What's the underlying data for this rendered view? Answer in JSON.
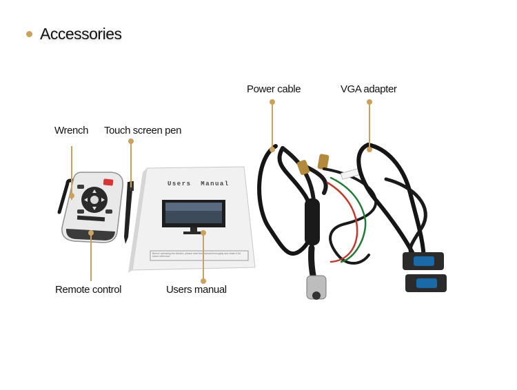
{
  "heading": {
    "title": "Accessories"
  },
  "labels": {
    "wrench": "Wrench",
    "touch_pen": "Touch screen pen",
    "remote_control": "Remote control",
    "users_manual": "Users manual",
    "power_cable": "Power cable",
    "vga_adapter": "VGA adapter"
  },
  "manual": {
    "cover_title": "Users  Manual",
    "cover_note": "Before operating the Monitor, please read this manual thoroughly and retain it for future reference."
  },
  "colors": {
    "accent": "#c9a35d",
    "text": "#111111"
  }
}
